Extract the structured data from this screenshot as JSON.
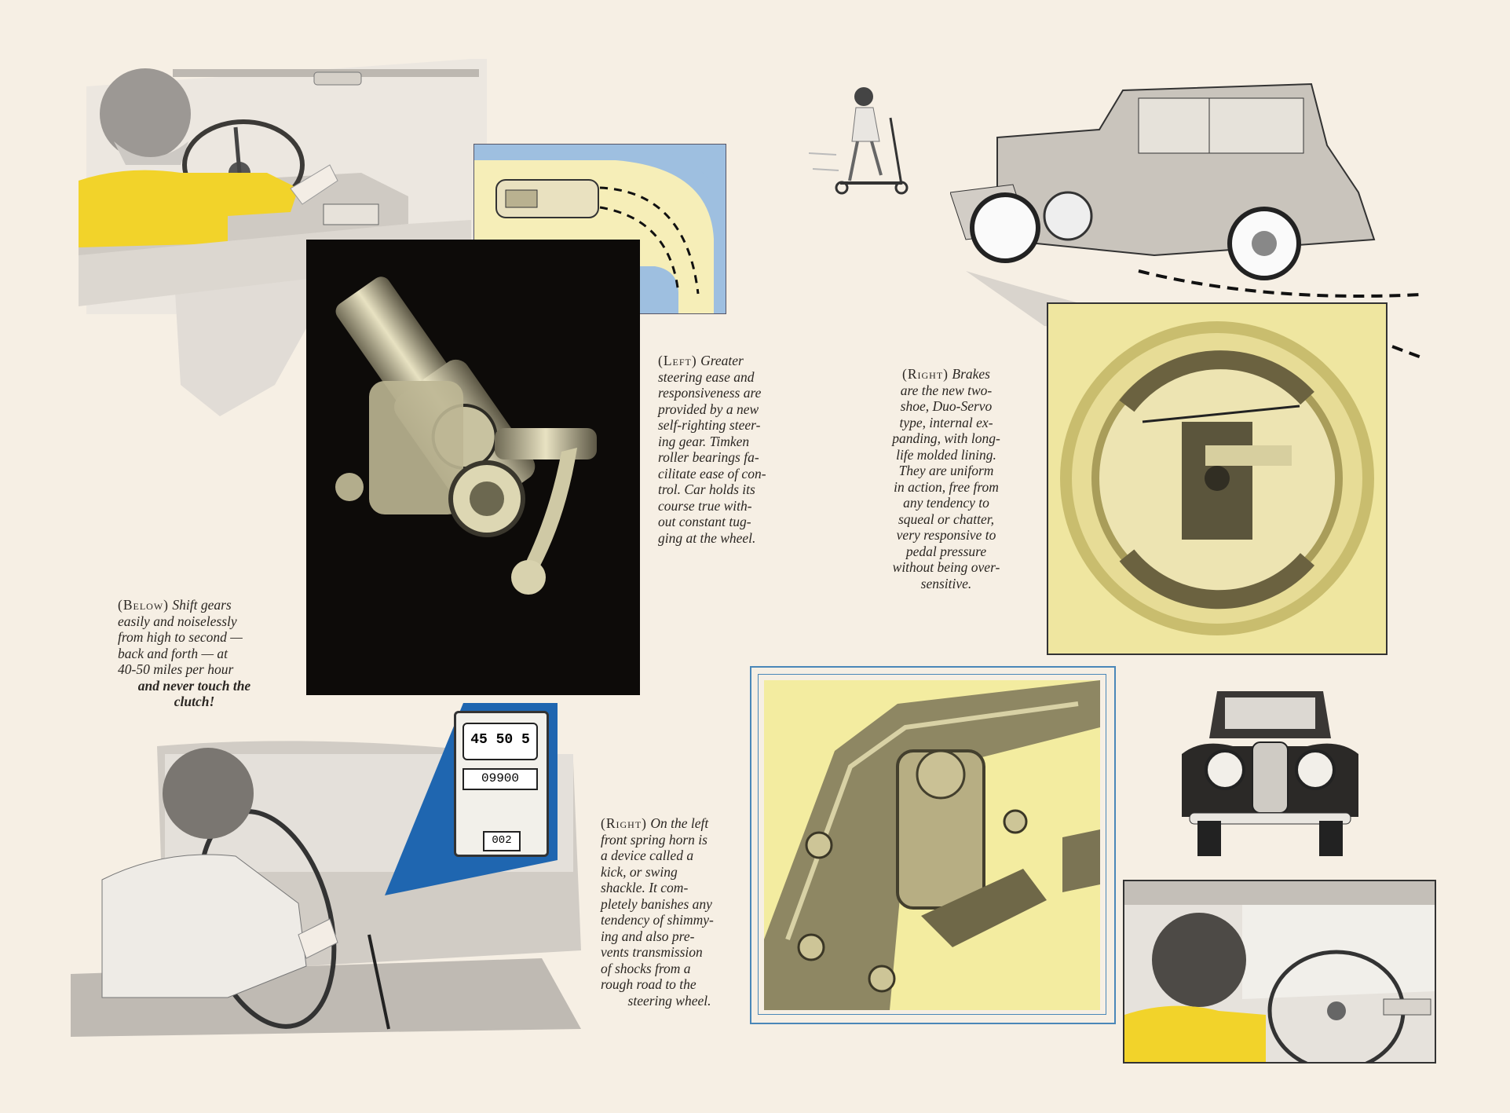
{
  "captions": {
    "below": {
      "lead": "(Below)",
      "line1": "Shift gears",
      "line2": "easily and noiselessly",
      "line3": "from high to second —",
      "line4": "back and forth — at",
      "line5": "40-50 miles per hour",
      "line6": "and never touch the",
      "line7": "clutch!"
    },
    "left_steering": {
      "lead": "(Left)",
      "line1": "Greater",
      "line2": "steering ease and",
      "line3": "responsiveness are",
      "line4": "provided by a new",
      "line5": "self-righting steer-",
      "line6": "ing gear. Timken",
      "line7": "roller bearings fa-",
      "line8": "cilitate ease of con-",
      "line9": "trol. Car holds its",
      "line10": "course true with-",
      "line11": "out constant tug-",
      "line12": "ging at the wheel."
    },
    "right_brakes": {
      "lead": "(Right)",
      "line1": "Brakes",
      "line2": "are the new two-",
      "line3": "shoe, Duo-Servo",
      "line4": "type, internal ex-",
      "line5": "panding, with long-",
      "line6": "life molded lining.",
      "line7": "They are uniform",
      "line8": "in action, free from",
      "line9": "any tendency to",
      "line10": "squeal or chatter,",
      "line11": "very responsive to",
      "line12": "pedal pressure",
      "line13": "without being over-",
      "line14": "sensitive."
    },
    "right_shackle": {
      "lead": "(Right)",
      "line1": "On the left",
      "line2": "front spring horn is",
      "line3": "a device called a",
      "line4": "kick, or swing",
      "line5": "shackle. It com-",
      "line6": "pletely banishes any",
      "line7": "tendency of shimmy-",
      "line8": "ing and also pre-",
      "line9": "vents transmission",
      "line10": "of shocks from a",
      "line11": "rough road to the",
      "line12": "steering wheel."
    }
  },
  "gauge": {
    "speed": "45 50 5",
    "odometer": "09900",
    "trip": "002"
  },
  "colors": {
    "paper": "#f6efe4",
    "yellow": "#f2d32a",
    "blue_inset": "#1f66b0",
    "cream_panel": "#efe6a0",
    "black_panel": "#0d0b09",
    "map_blue": "#9ebfe0"
  }
}
